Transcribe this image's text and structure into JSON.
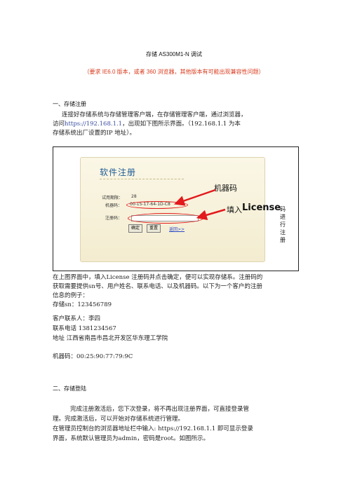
{
  "doc": {
    "title": "存储 AS300M1-N 调试",
    "warning": "（要求 IE6.0 版本，或者 360 浏览器，其他版本有可能出现兼容性问题）",
    "section1": {
      "heading": "一、存储注册",
      "intro_line1": "连接好存储系统与存储管理客户端，在存储管理客户端，通过浏览器，",
      "intro_line2_pre": "访问",
      "intro_url": "https://192.168.1.1",
      "intro_line2_post": "，出现如下图所示界面。（192.168.1.1 为本",
      "intro_line3": "存储系统出厂设置的IP  地址）。",
      "screenshot": {
        "panel_title": "软件注册",
        "trial_label": "试用期限：",
        "trial_value": "28",
        "machine_label": "机器码：",
        "machine_value": "00-15-17-64-1D-C8",
        "reg_label": "注册码：",
        "ok_button": "确定",
        "reset_button": "重置",
        "return_link": "返回>>",
        "annot_machine": "机器码",
        "annot_fill_pre": "填入",
        "annot_fill_license": "License",
        "annot_fill_post": "码进行注册"
      },
      "body_line1": "在上图界面中，填入License 注册码并点击确定，便可以实现存储系。注册码的",
      "body_line2": "获取需要提供sn号、用户姓名、联系电话、以及机器码。以下为一个客户的注册",
      "body_line3": "信息的例子：",
      "sn": "存储sn：123456789",
      "contact": "客户联系人：李四",
      "phone": "联系电话  1381234567",
      "address": "地址  江西省南昌市昌北开发区华东理工学院",
      "machine_code": "机器码：00:25:90:77:79:9C"
    },
    "section2": {
      "heading": "二、存储登陆",
      "line1": "完成注册激活后，您下次登录，将不再出现注册界面，可直接登录管",
      "line2": "理。完成激活后，可以开始对存储系统进行管理。",
      "line3": "在管理员控制台的浏览器地址栏中输入: https://192.168.1.1  即可显示登录",
      "line4": "界面，系统默认管理员为admin，密码是root。如图所示。"
    }
  }
}
